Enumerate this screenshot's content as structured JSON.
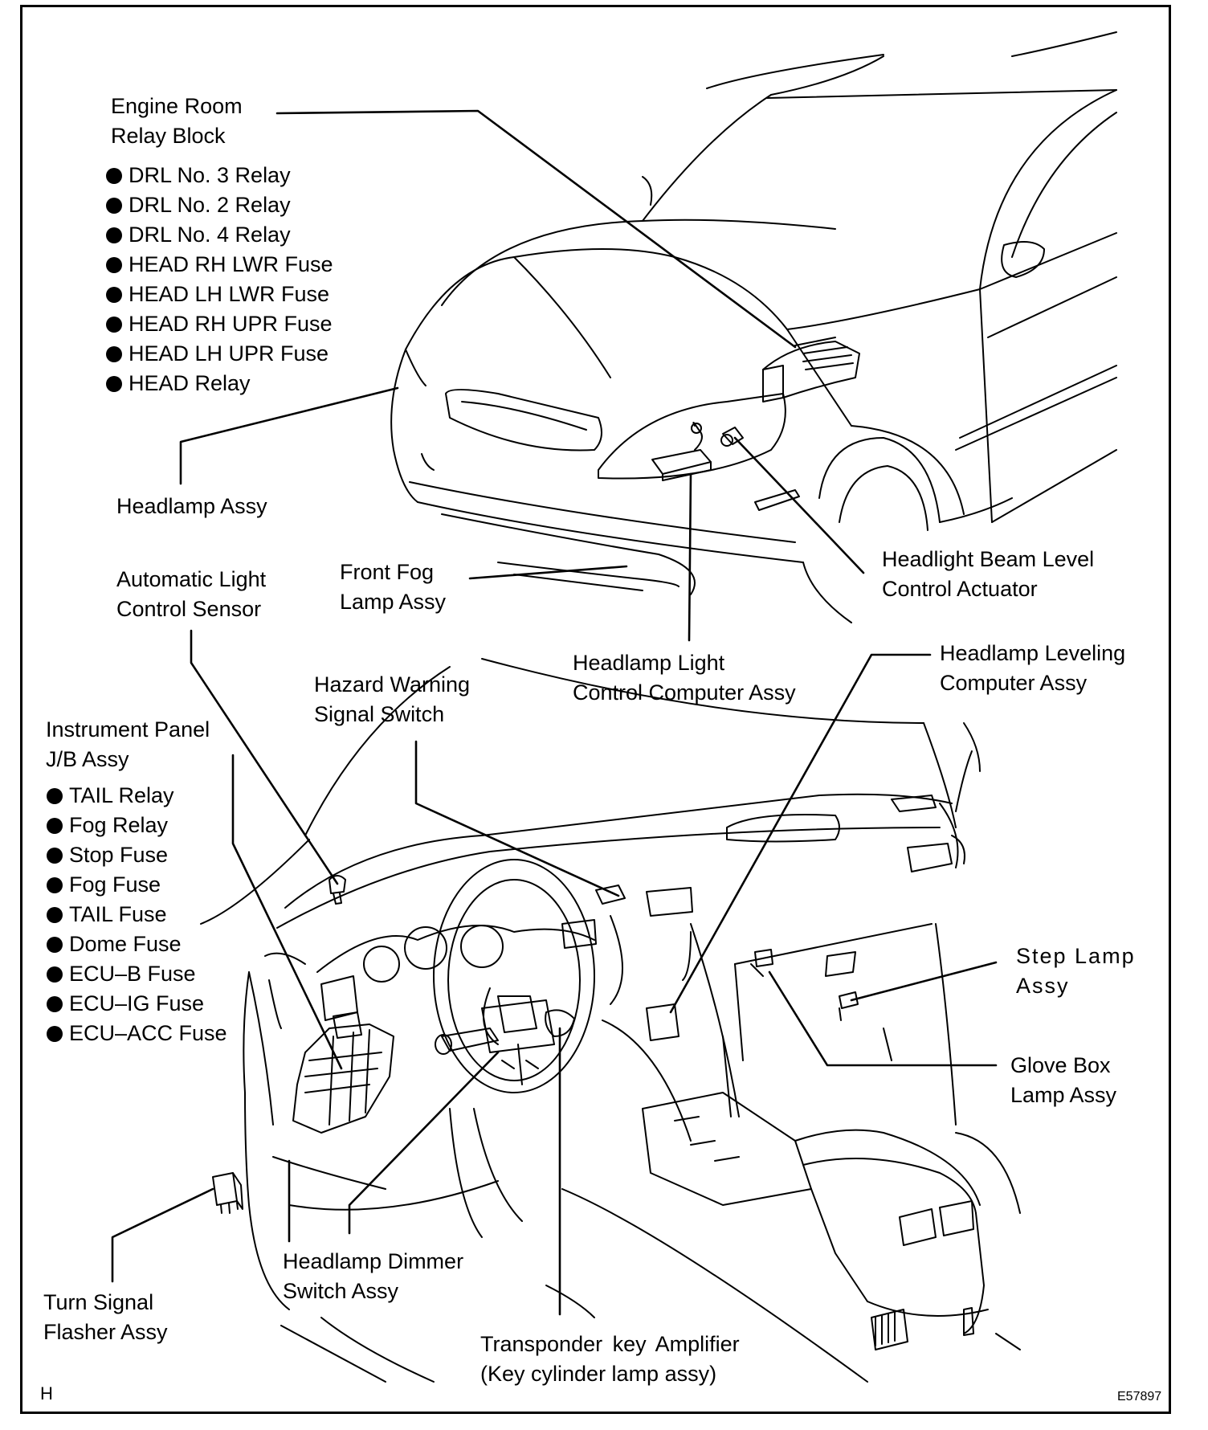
{
  "labels": {
    "engine_room_relay_block": [
      "Engine Room",
      "Relay Block"
    ],
    "engine_room_items": [
      "DRL No. 3 Relay",
      "DRL No. 2 Relay",
      "DRL No. 4 Relay",
      "HEAD RH LWR Fuse",
      "HEAD LH LWR Fuse",
      "HEAD RH UPR Fuse",
      "HEAD LH UPR Fuse",
      "HEAD Relay"
    ],
    "headlamp_assy": "Headlamp Assy",
    "automatic_light_control_sensor": [
      "Automatic Light",
      "Control Sensor"
    ],
    "front_fog_lamp_assy": [
      "Front Fog",
      "Lamp Assy"
    ],
    "headlight_beam_level_control_actuator": [
      "Headlight Beam Level",
      "Control Actuator"
    ],
    "headlamp_light_control_computer_assy": [
      "Headlamp Light",
      "Control Computer Assy"
    ],
    "headlamp_leveling_computer_assy": [
      "Headlamp Leveling",
      "Computer Assy"
    ],
    "hazard_warning_signal_switch": [
      "Hazard Warning",
      "Signal Switch"
    ],
    "instrument_panel_jb_assy": [
      "Instrument Panel",
      "J/B Assy"
    ],
    "instrument_panel_items": [
      "TAIL Relay",
      "Fog Relay",
      "Stop Fuse",
      "Fog Fuse",
      "TAIL Fuse",
      "Dome Fuse",
      "ECU–B Fuse",
      "ECU–IG Fuse",
      "ECU–ACC Fuse"
    ],
    "step_lamp_assy": [
      "Step Lamp",
      "Assy"
    ],
    "glove_box_lamp_assy": [
      "Glove Box",
      "Lamp Assy"
    ],
    "turn_signal_flasher_assy": [
      "Turn Signal",
      "Flasher Assy"
    ],
    "headlamp_dimmer_switch_assy": [
      "Headlamp Dimmer",
      "Switch Assy"
    ],
    "transponder_key_amplifier": [
      "Transponder key Amplifier",
      "(Key cylinder lamp assy)"
    ]
  },
  "corner_letter": "H",
  "figure_code": "E57897"
}
